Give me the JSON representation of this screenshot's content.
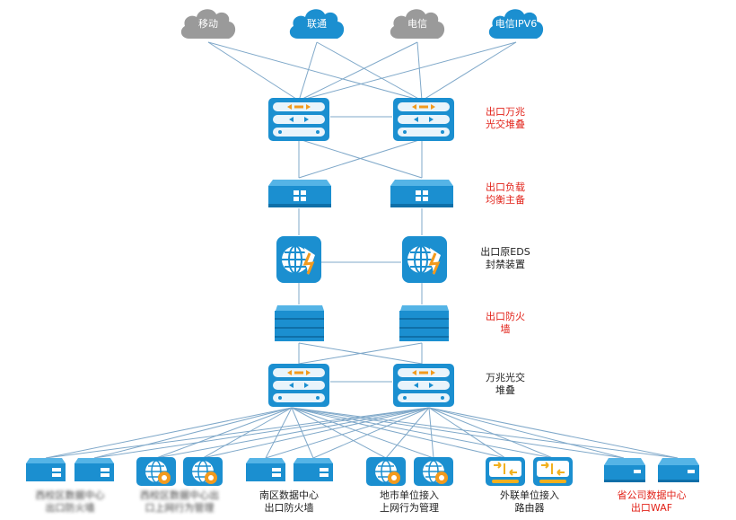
{
  "clouds": [
    {
      "label": "移动",
      "color": "#9a9a9a"
    },
    {
      "label": "联通",
      "color": "#1b8fd0"
    },
    {
      "label": "电信",
      "color": "#9a9a9a"
    },
    {
      "label": "电信IPV6",
      "color": "#1b8fd0"
    }
  ],
  "tiers": [
    {
      "line1": "出口万兆",
      "line2": "光交堆叠",
      "color": "#e2231a"
    },
    {
      "line1": "出口负载",
      "line2": "均衡主备",
      "color": "#e2231a"
    },
    {
      "line1": "出口原EDS",
      "line2": "封禁装置",
      "color": "#222222"
    },
    {
      "line1": "出口防火",
      "line2": "墙",
      "color": "#e2231a"
    },
    {
      "line1": "万兆光交",
      "line2": "堆叠",
      "color": "#222222"
    }
  ],
  "bottom_groups": [
    {
      "line1": "西校区数据中心",
      "line2": "出口防火墙",
      "color": "#444444",
      "blurred": true
    },
    {
      "line1": "西校区数据中心出",
      "line2": "口上网行为管理",
      "color": "#444444",
      "blurred": true
    },
    {
      "line1": "南区数据中心",
      "line2": "出口防火墙",
      "color": "#222222",
      "blurred": false
    },
    {
      "line1": "地市单位接入",
      "line2": "上网行为管理",
      "color": "#222222",
      "blurred": false
    },
    {
      "line1": "外联单位接入",
      "line2": "路由器",
      "color": "#222222",
      "blurred": false
    },
    {
      "line1": "省公司数据中心",
      "line2": "出口WAF",
      "color": "#e2231a",
      "blurred": false
    }
  ],
  "colors": {
    "device_blue": "#1b8fd0",
    "link": "#7fa8c9",
    "accent_red": "#e2231a",
    "gray_cloud": "#9a9a9a"
  },
  "icons": {
    "switch": "switch-icon",
    "load_balancer": "load-balancer-icon",
    "eds": "eds-icon",
    "firewall": "firewall-icon",
    "behavior": "behavior-mgmt-icon",
    "router": "router-icon"
  }
}
